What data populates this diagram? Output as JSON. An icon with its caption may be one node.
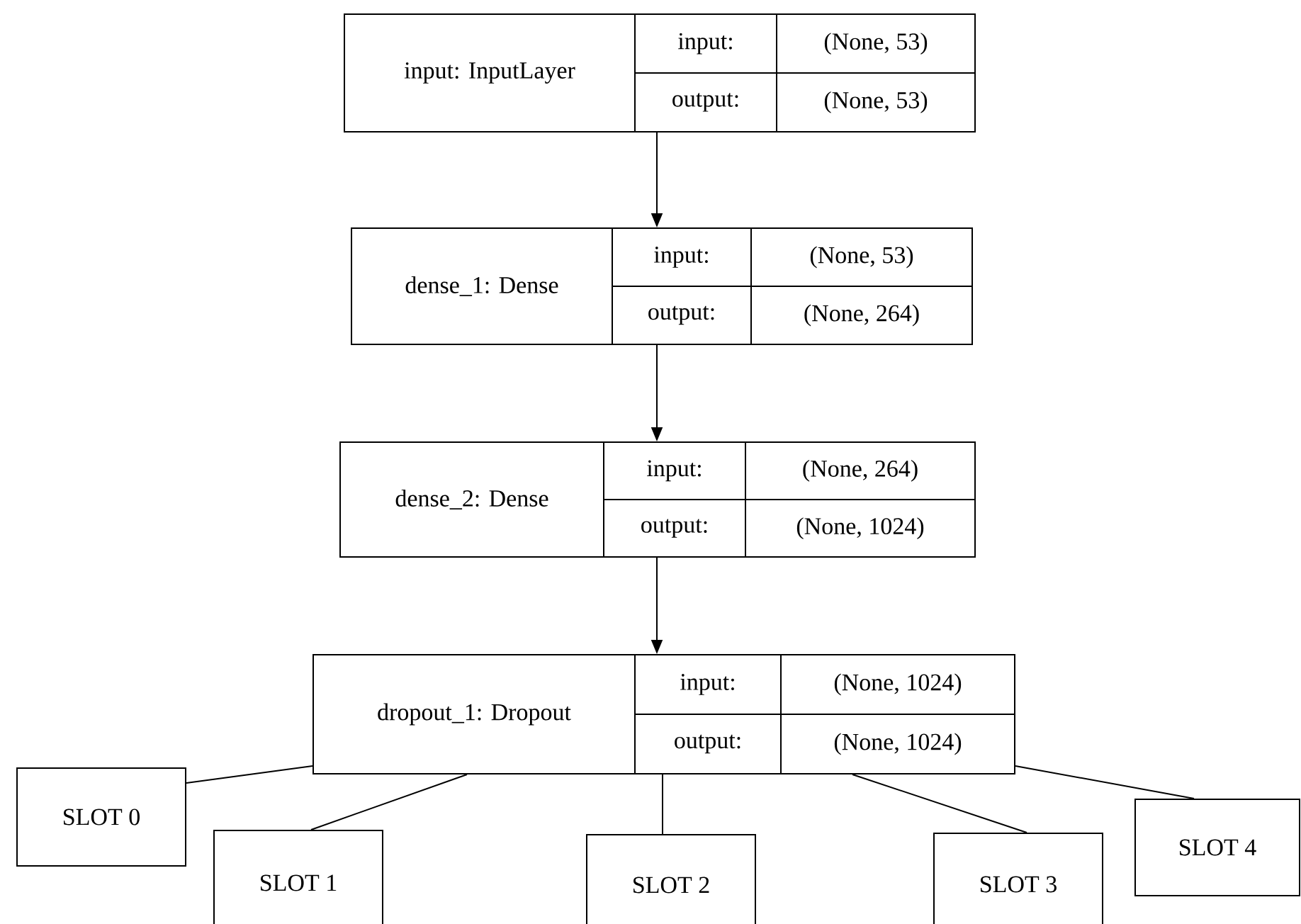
{
  "diagram": {
    "nodes": [
      {
        "text": [
          "input: InputLayer",
          "input:",
          "(None, 53)",
          "output:",
          "(None, 53)"
        ]
      },
      {
        "text": [
          "dense_1: Dense",
          "input:",
          "(None, 53)",
          "output:",
          "(None, 264)"
        ]
      },
      {
        "text": [
          "dense_2: Dense",
          "input:",
          "(None, 264)",
          "output:",
          "(None, 1024)"
        ]
      },
      {
        "text": [
          "dropout_1: Dropout",
          "input:",
          "(None, 1024)",
          "output:",
          "(None, 1024)"
        ]
      },
      {
        "text": [
          "SLOT 0"
        ]
      },
      {
        "text": [
          "SLOT 1"
        ]
      },
      {
        "text": [
          "SLOT 2"
        ]
      },
      {
        "text": [
          "SLOT 3"
        ]
      },
      {
        "text": [
          "SLOT 4"
        ]
      }
    ],
    "edges": [
      {
        "from": 0,
        "to": 1,
        "arrow": "to"
      },
      {
        "from": 1,
        "to": 2,
        "arrow": "to"
      },
      {
        "from": 2,
        "to": 3,
        "arrow": "to"
      },
      {
        "from": 3,
        "to": 4,
        "arrow": "none"
      },
      {
        "from": 3,
        "to": 5,
        "arrow": "none"
      },
      {
        "from": 3,
        "to": 6,
        "arrow": "none"
      },
      {
        "from": 3,
        "to": 7,
        "arrow": "none"
      },
      {
        "from": 3,
        "to": 8,
        "arrow": "none"
      }
    ]
  }
}
